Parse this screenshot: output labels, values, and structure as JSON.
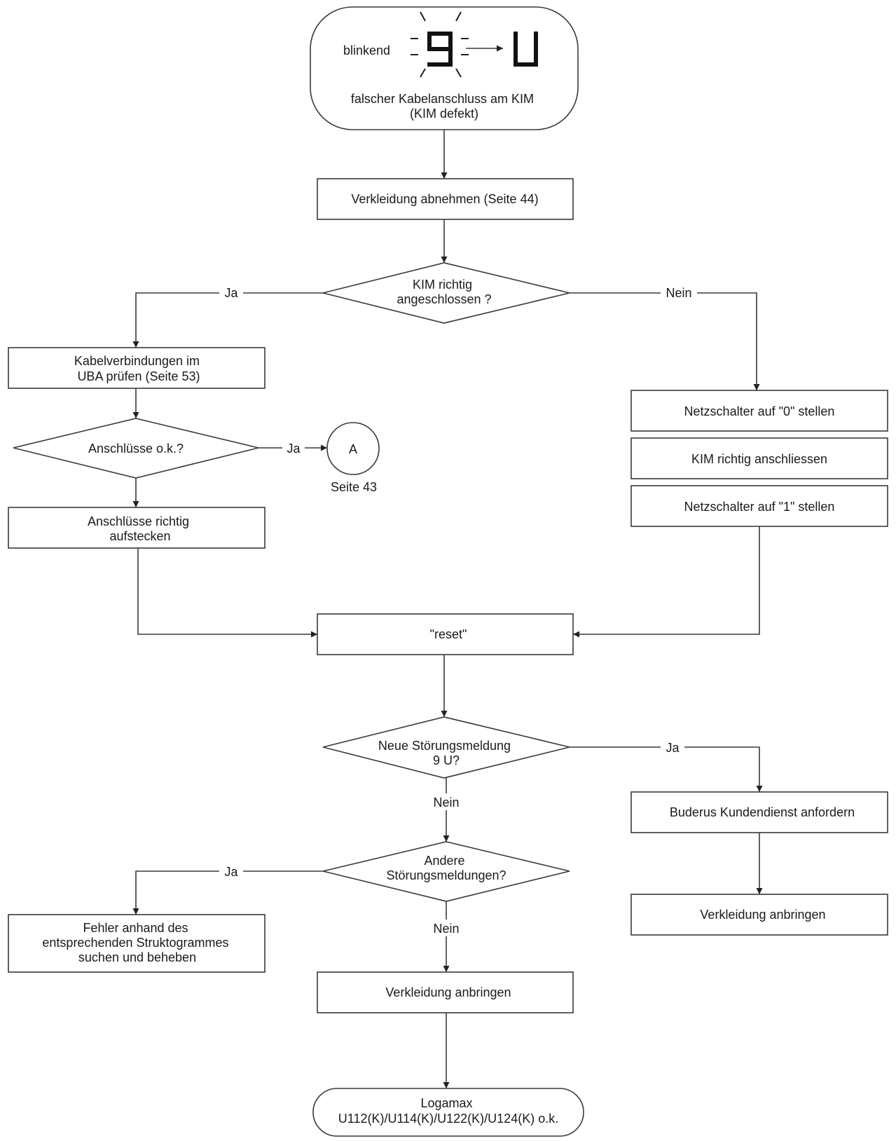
{
  "display": {
    "blink_label": "blinkend",
    "code_from": "9",
    "code_to": "U"
  },
  "nodes": {
    "start": {
      "line1": "falscher Kabelanschluss am KIM",
      "line2": "(KIM defekt)"
    },
    "remove_cover": {
      "line1": "Verkleidung abnehmen (Seite 44)"
    },
    "kim_connected": {
      "line1": "KIM richtig",
      "line2": "angeschlossen ?"
    },
    "check_cables": {
      "line1": "Kabelverbindungen  im",
      "line2": "UBA prüfen (Seite 53)"
    },
    "connections_ok": {
      "line1": "Anschlüsse o.k.?"
    },
    "connector_a": {
      "label": "A",
      "caption": "Seite 43"
    },
    "plug_correctly": {
      "line1": "Anschlüsse richtig",
      "line2": "aufstecken"
    },
    "switch_off": {
      "line1": "Netzschalter auf \"0\" stellen"
    },
    "connect_kim": {
      "line1": "KIM richtig anschliessen"
    },
    "switch_on": {
      "line1": "Netzschalter auf \"1\" stellen"
    },
    "reset": {
      "line1": "\"reset\""
    },
    "new_fault": {
      "line1": "Neue Störungsmeldung",
      "line2": "9 U?"
    },
    "call_service": {
      "line1": "Buderus Kundendienst anfordern"
    },
    "refit_cover_right": {
      "line1": "Verkleidung anbringen"
    },
    "other_faults": {
      "line1": "Andere",
      "line2": "Störungsmeldungen?"
    },
    "fix_fault": {
      "line1": "Fehler anhand des",
      "line2": "entsprechenden Struktogrammes",
      "line3": "suchen und beheben"
    },
    "refit_cover": {
      "line1": "Verkleidung anbringen"
    },
    "end": {
      "line1": "Logamax",
      "line2": "U112(K)/U114(K)/U122(K)/U124(K) o.k."
    }
  },
  "edge_labels": {
    "kim_yes": "Ja",
    "kim_no": "Nein",
    "conn_yes": "Ja",
    "fault_yes": "Ja",
    "fault_no": "Nein",
    "other_yes": "Ja",
    "other_no": "Nein"
  }
}
